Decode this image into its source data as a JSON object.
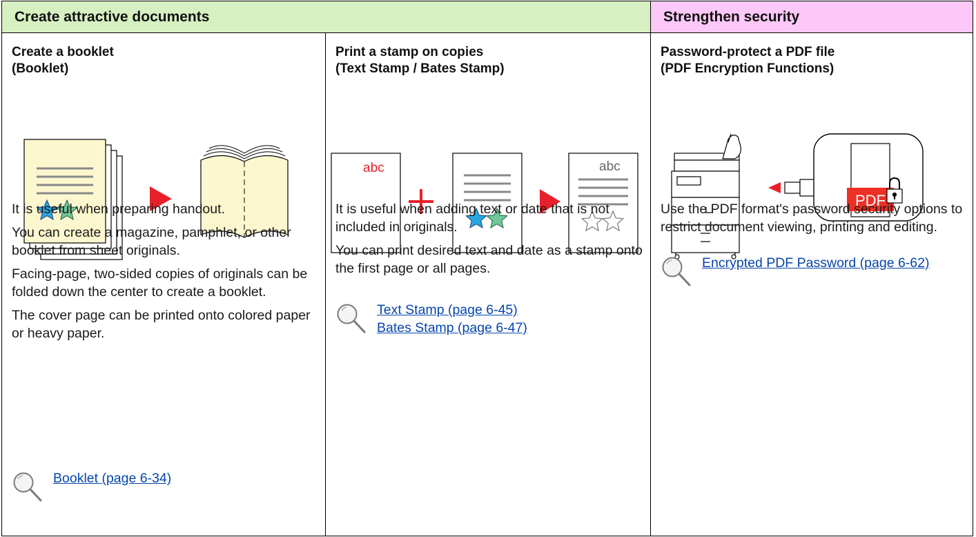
{
  "headers": {
    "create": "Create attractive documents",
    "security": "Strengthen security"
  },
  "booklet": {
    "title_line1": "Create a booklet",
    "title_line2": "(Booklet)",
    "paragraphs": [
      "It is useful when preparing handout.",
      "You can create a magazine, pamphlet, or other booklet from sheet originals.",
      "Facing-page, two-sided copies of originals can be folded down the center to create a booklet.",
      "The cover page can be printed onto colored paper or heavy paper."
    ],
    "links": [
      "Booklet (page 6-34)"
    ]
  },
  "stamp": {
    "title_line1": "Print a stamp on copies",
    "title_line2": "(Text Stamp / Bates Stamp)",
    "stamp_text": "abc",
    "paragraphs": [
      "It is useful when adding text or date that is not included in originals.",
      "You can print desired text and date as a stamp onto the first page or all pages."
    ],
    "links": [
      "Text Stamp (page 6-45)",
      "Bates Stamp (page 6-47)"
    ]
  },
  "pdf": {
    "title_line1": "Password-protect a PDF file",
    "title_line2": "(PDF Encryption Functions)",
    "pdf_label": "PDF",
    "paragraphs": [
      "Use the PDF format's password security options to restrict document viewing, printing and editing."
    ],
    "links": [
      "Encrypted PDF Password (page 6-62)"
    ]
  },
  "colors": {
    "create_header_bg": "#d7f0c2",
    "security_header_bg": "#fbc8f7",
    "arrow_red": "#e8202a",
    "link_blue": "#0645ad",
    "star_blue": "#29a6e0",
    "star_green": "#6fc79a",
    "paper_yellow": "#fdf7cf"
  },
  "icons": {
    "search": "magnifier-icon",
    "arrow": "play-arrow-icon",
    "plus": "plus-icon",
    "lock": "padlock-icon"
  }
}
